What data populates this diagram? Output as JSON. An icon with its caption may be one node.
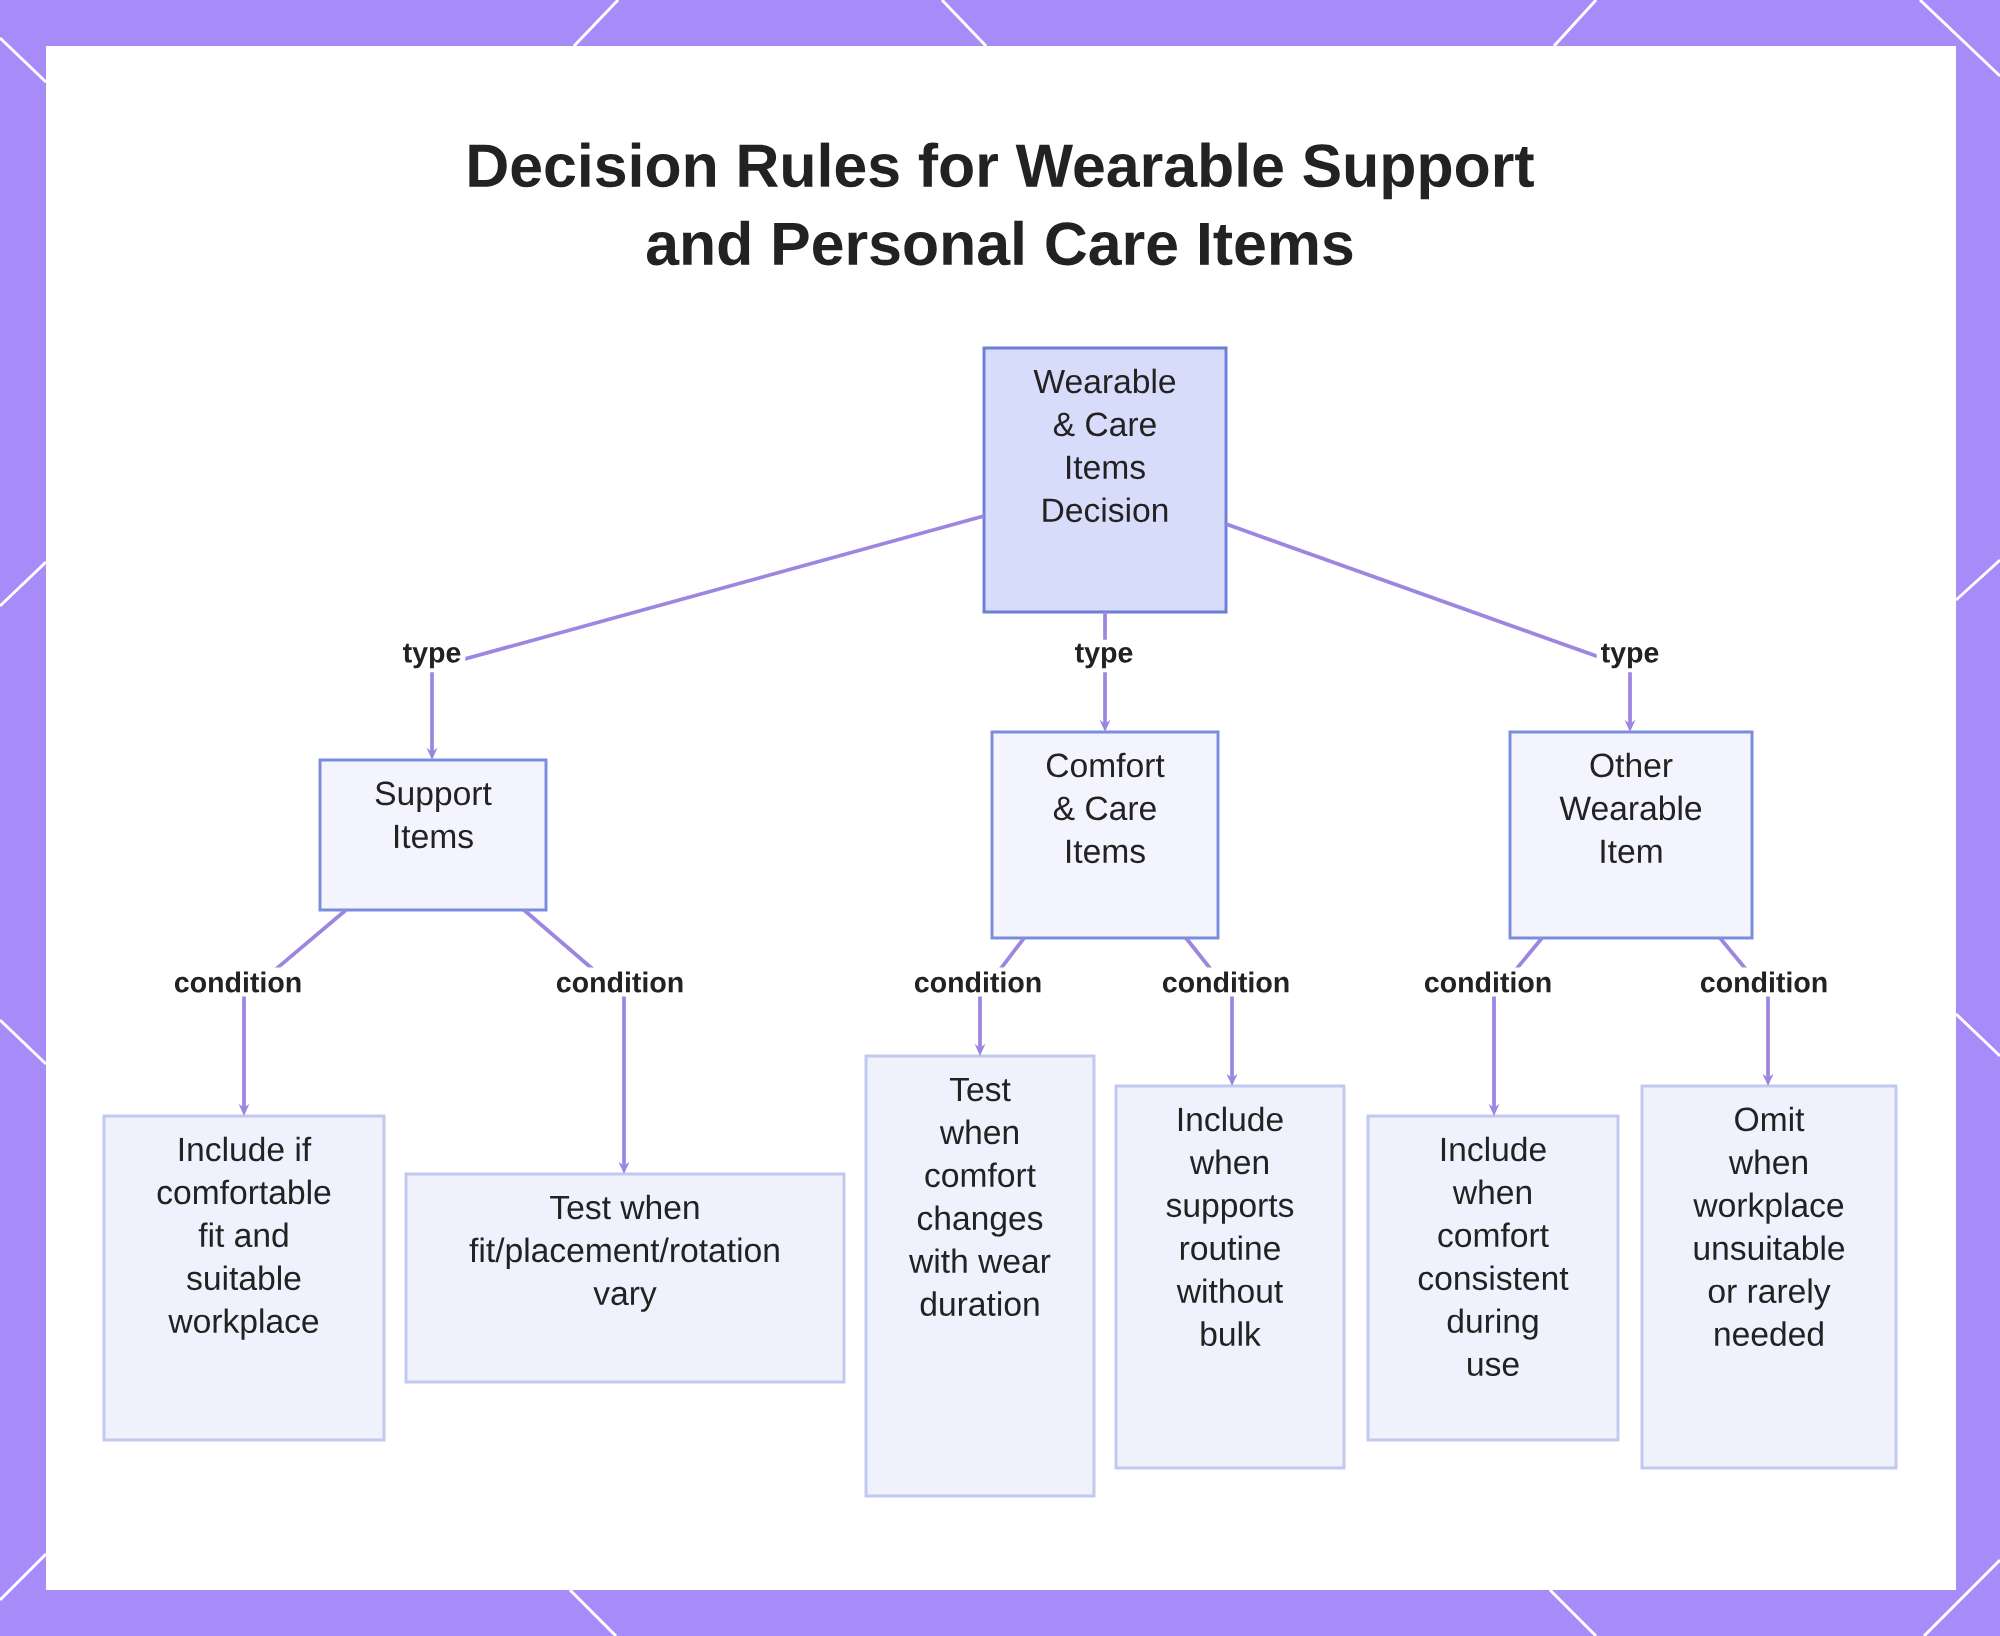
{
  "diagram": {
    "title": "Decision Rules for Wearable Support and Personal Care Items",
    "nodes": [
      {
        "text": [
          "Wearable & Care Items Decision"
        ]
      },
      {
        "text": [
          "Support Items"
        ]
      },
      {
        "text": [
          "Comfort & Care Items"
        ]
      },
      {
        "text": [
          "Other Wearable Item"
        ]
      },
      {
        "text": [
          "Include if comfortable fit and suitable workplace"
        ]
      },
      {
        "text": [
          "Test when fit/placement/rotation vary"
        ]
      },
      {
        "text": [
          "Test when comfort changes with wear duration"
        ]
      },
      {
        "text": [
          "Include when supports routine without bulk"
        ]
      },
      {
        "text": [
          "Include when comfort consistent during use"
        ]
      },
      {
        "text": [
          "Omit when workplace unsuitable or rarely needed"
        ]
      }
    ],
    "edges": [
      {
        "from": 0,
        "to": 1,
        "arrow": "to",
        "label": "type"
      },
      {
        "from": 0,
        "to": 2,
        "arrow": "to",
        "label": "type"
      },
      {
        "from": 0,
        "to": 3,
        "arrow": "to",
        "label": "type"
      },
      {
        "from": 1,
        "to": 4,
        "arrow": "to",
        "label": "condition"
      },
      {
        "from": 1,
        "to": 5,
        "arrow": "to",
        "label": "condition"
      },
      {
        "from": 2,
        "to": 6,
        "arrow": "to",
        "label": "condition"
      },
      {
        "from": 2,
        "to": 7,
        "arrow": "to",
        "label": "condition"
      },
      {
        "from": 3,
        "to": 8,
        "arrow": "to",
        "label": "condition"
      },
      {
        "from": 3,
        "to": 9,
        "arrow": "to",
        "label": "condition"
      }
    ]
  }
}
